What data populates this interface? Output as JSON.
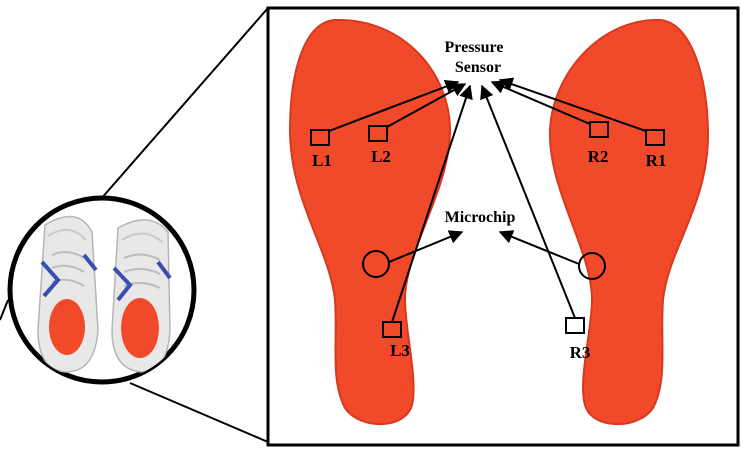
{
  "labels": {
    "pressure_line1": "Pressure",
    "pressure_line2": "Sensor",
    "microchip": "Microchip"
  },
  "sensors": {
    "l1": "L1",
    "l2": "L2",
    "l3": "L3",
    "r1": "R1",
    "r2": "R2",
    "r3": "R3"
  },
  "colors": {
    "insole": "#f04a2a",
    "insole_edge": "#d8391e",
    "shoe": "#e6e6e6",
    "shoe_accent": "#3a4fb0",
    "frame": "#000000"
  },
  "icons": [
    "shoes-photo-icon",
    "insole-icon",
    "pressure-sensor-icon",
    "microchip-icon"
  ]
}
